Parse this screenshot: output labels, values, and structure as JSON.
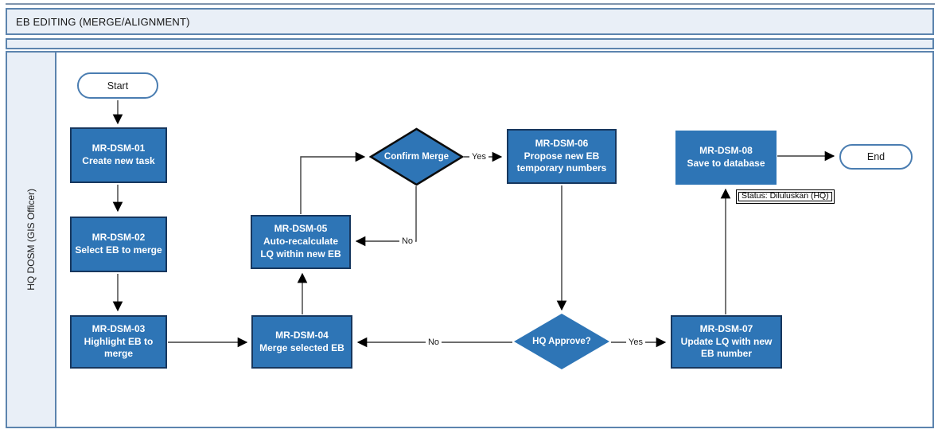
{
  "title": "EB EDITING (MERGE/ALIGNMENT)",
  "lane": {
    "label": "HQ DOSM (GIS Officer)"
  },
  "colors": {
    "node_fill": "#2e75b6",
    "node_border": "#17375e",
    "lane_fill": "#e9eff7",
    "frame_border": "#5c84ae",
    "terminator_border": "#4a7db1",
    "connector": "#3d3d3d"
  },
  "nodes": {
    "start": {
      "label": "Start"
    },
    "n01": {
      "label": "MR-DSM-01\nCreate new task"
    },
    "n02": {
      "label": "MR-DSM-02\nSelect EB to merge"
    },
    "n03": {
      "label": "MR-DSM-03\nHighlight EB to\nmerge"
    },
    "n04": {
      "label": "MR-DSM-04\nMerge selected EB"
    },
    "n05": {
      "label": "MR-DSM-05\nAuto-recalculate\nLQ within new EB"
    },
    "confirm_merge": {
      "label": "Confirm Merge"
    },
    "n06": {
      "label": "MR-DSM-06\nPropose new EB\ntemporary numbers"
    },
    "hq_approve": {
      "label": "HQ Approve?"
    },
    "n07": {
      "label": "MR-DSM-07\nUpdate LQ with new\nEB number"
    },
    "n08": {
      "label": "MR-DSM-08\nSave to database"
    },
    "end": {
      "label": "End"
    }
  },
  "edge_labels": {
    "confirm_yes": "Yes",
    "confirm_no": "No",
    "approve_no": "No",
    "approve_yes": "Yes"
  },
  "status_note": "Status: Diluluskan (HQ)"
}
